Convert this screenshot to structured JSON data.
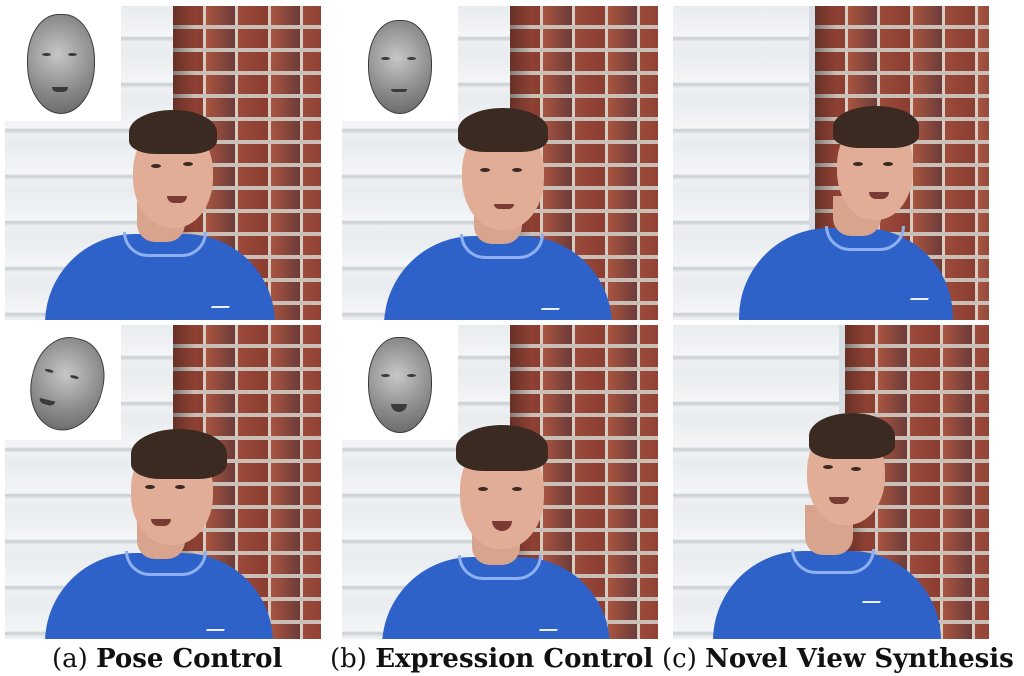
{
  "captions": [
    {
      "letter": "(a)",
      "title": "Pose Control"
    },
    {
      "letter": "(b)",
      "title": "Expression Control"
    },
    {
      "letter": "(c)",
      "title": "Novel View Synthesis"
    }
  ],
  "colors": {
    "shirt": "#2f62c9",
    "brick": "#9c4a3a",
    "siding": "#e9ecef",
    "mesh": "#8a8a8a"
  }
}
